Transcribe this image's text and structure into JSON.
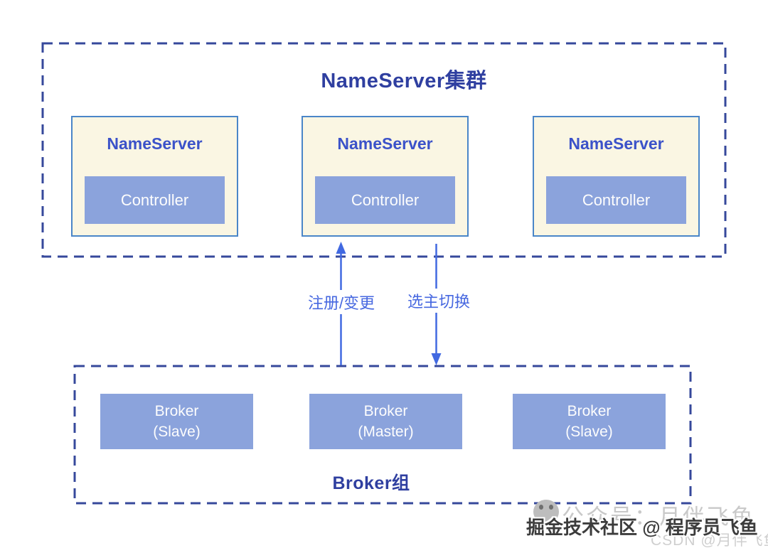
{
  "colors": {
    "dashed_border": "#36489b",
    "node_border": "#4a86c8",
    "node_fill": "#faf6e3",
    "inner_fill": "#8ba3dc",
    "cluster_title_text": "#2f3fa0",
    "node_label_text": "#3b52c9",
    "inner_text": "#ffffff",
    "arrow": "#4169e1",
    "arrow_label_text": "#4768e0",
    "watermark_gray": "#c9c9c9",
    "watermark_dark": "#3c3c3c"
  },
  "nameserver_cluster": {
    "title": "NameServer集群",
    "nodes": [
      {
        "label": "NameServer",
        "inner": "Controller"
      },
      {
        "label": "NameServer",
        "inner": "Controller"
      },
      {
        "label": "NameServer",
        "inner": "Controller"
      }
    ]
  },
  "arrows": {
    "register_label": "注册/变更",
    "election_label": "选主切换"
  },
  "broker_group": {
    "title": "Broker组",
    "nodes": [
      {
        "line1": "Broker",
        "line2": "(Slave)"
      },
      {
        "line1": "Broker",
        "line2": "(Master)"
      },
      {
        "line1": "Broker",
        "line2": "(Slave)"
      }
    ]
  },
  "watermark": {
    "community": "公众号：月伴飞鱼",
    "main": "掘金技术社区 @ 程序员飞鱼",
    "csdn": "CSDN @月伴飞鱼"
  }
}
